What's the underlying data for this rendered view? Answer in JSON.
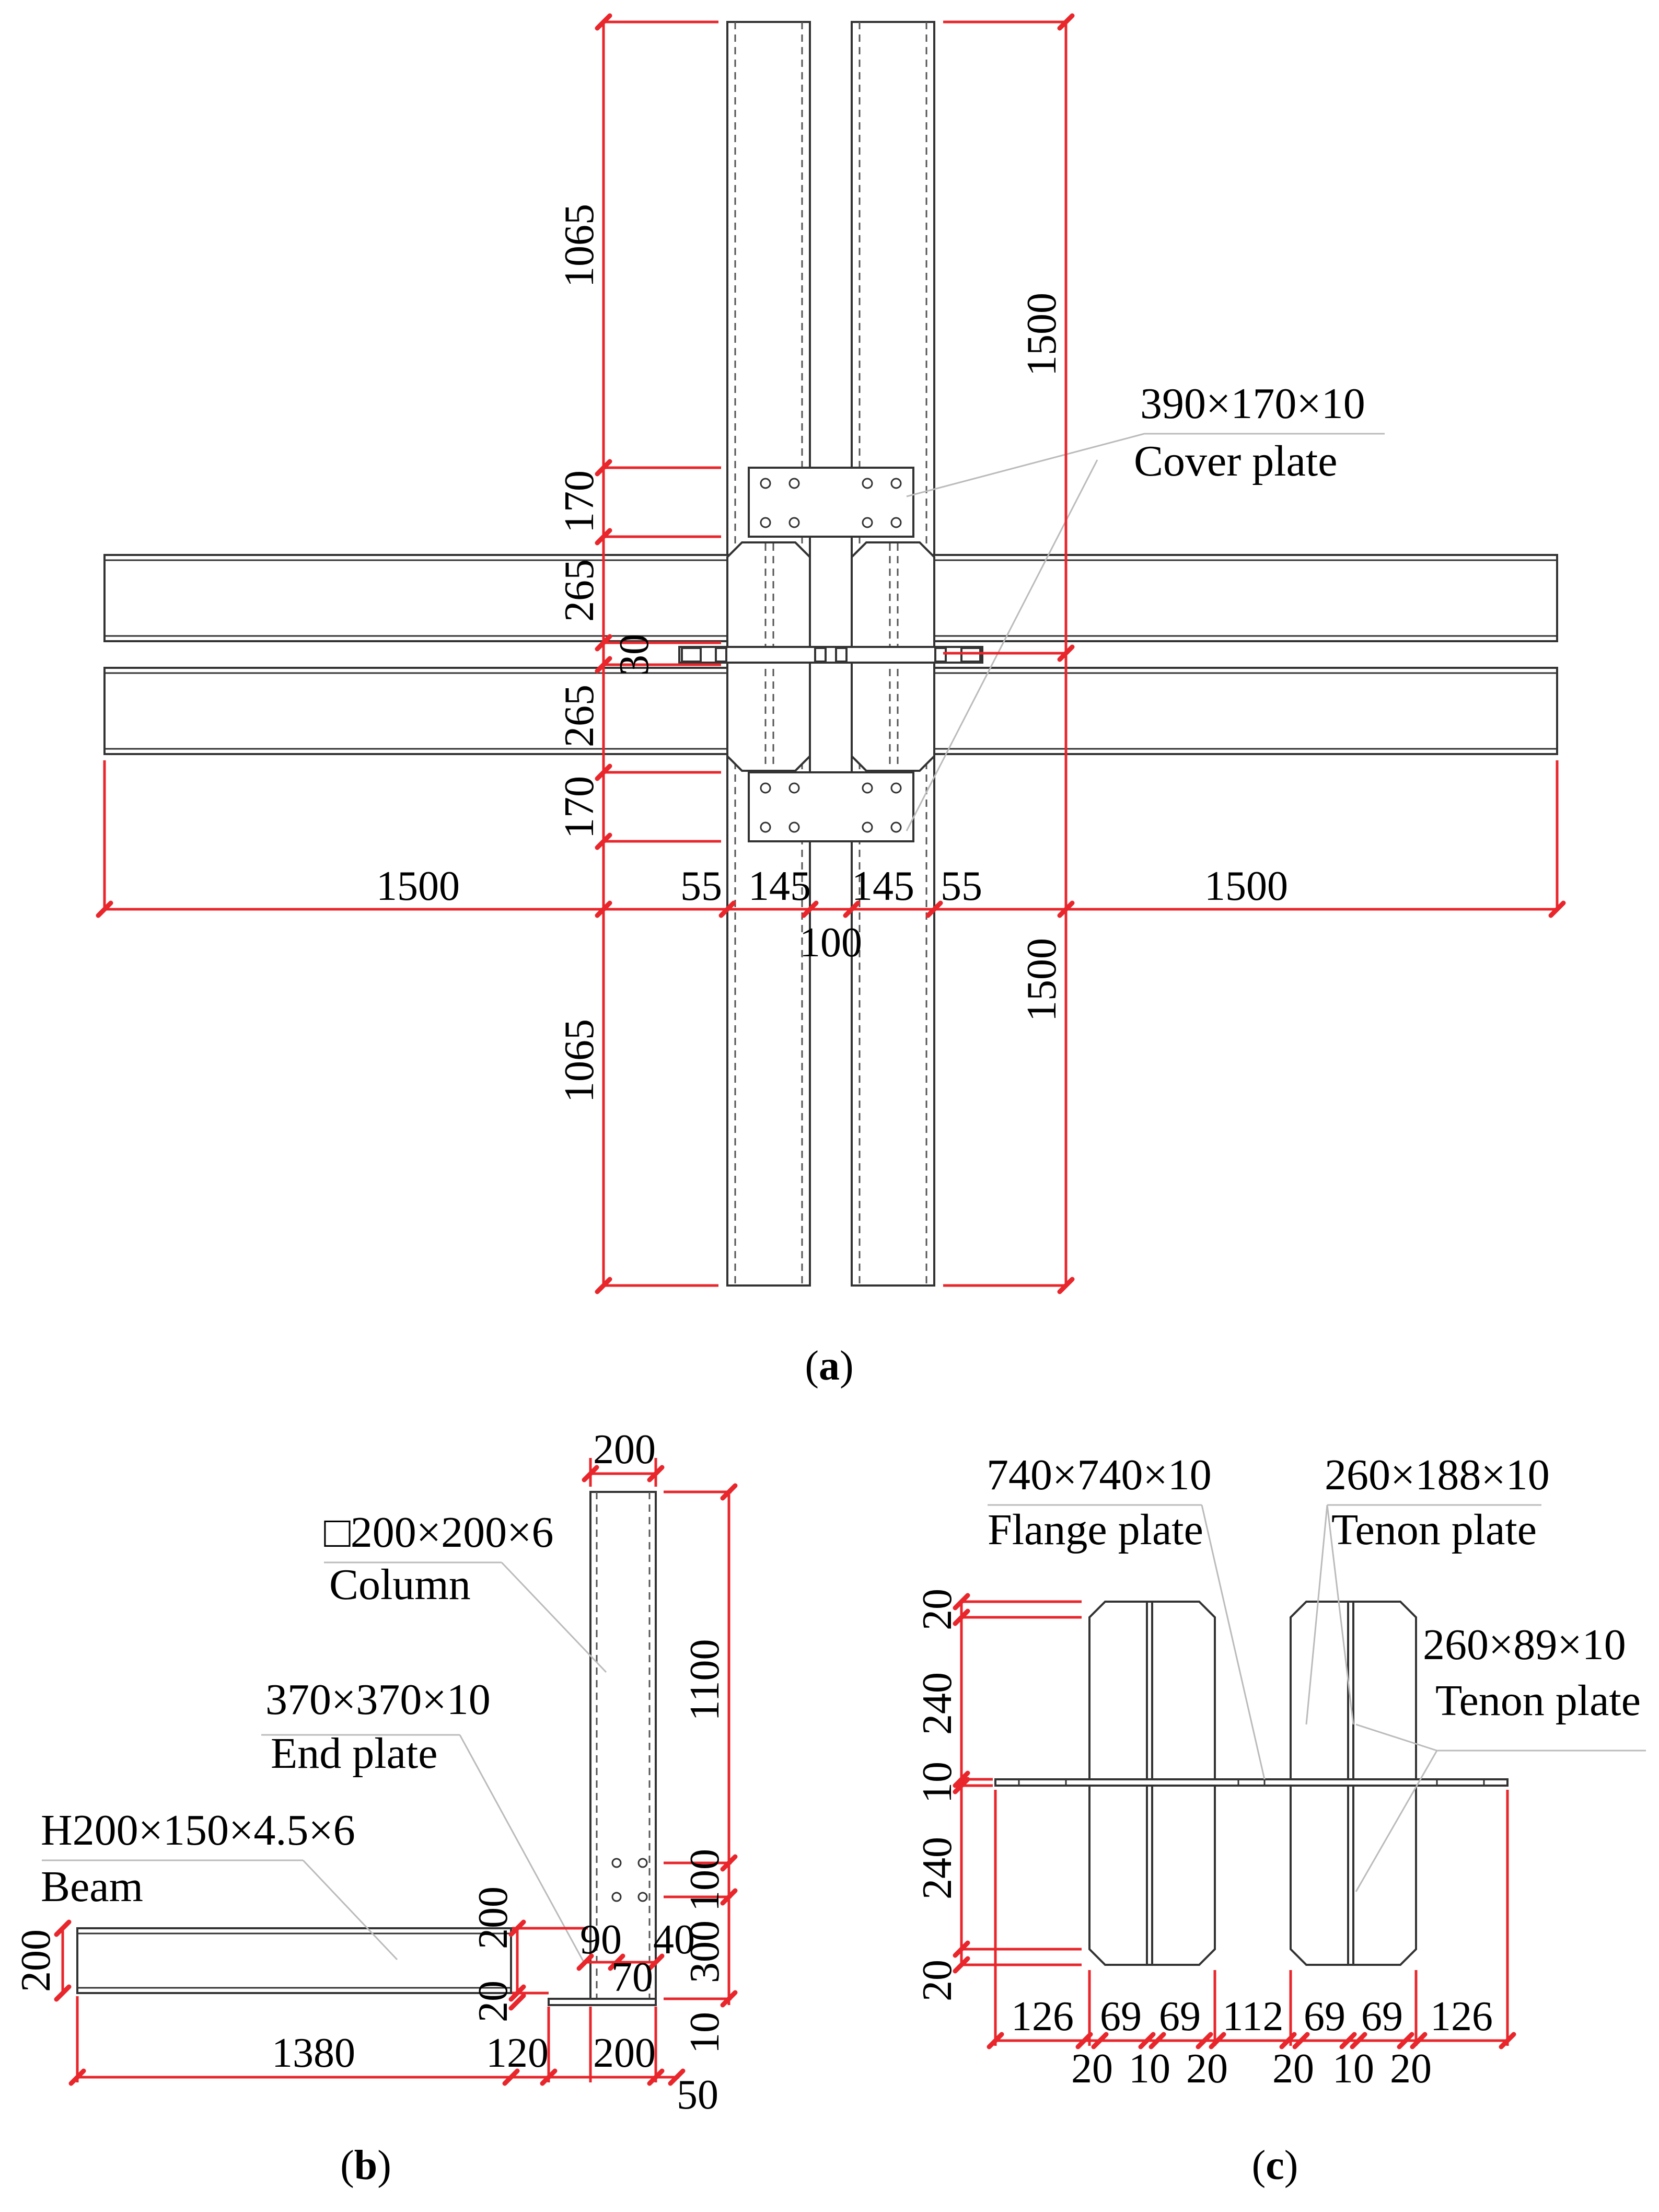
{
  "panel_a": {
    "caption_letter": "a",
    "label_cover_size": "390×170×10",
    "label_cover_name": "Cover plate",
    "dims": {
      "top_col": "1065",
      "cover_top": "170",
      "beam_top": "265",
      "gap": "30",
      "beam_bot": "265",
      "cover_bot": "170",
      "bot_col": "1065",
      "right_top": "1500",
      "right_bot": "1500",
      "left_beam": "1500",
      "right_beam": "1500",
      "offset_l": "55",
      "col_l": "145",
      "col_r": "145",
      "offset_r": "55",
      "col_gap": "100"
    }
  },
  "panel_b": {
    "caption_letter": "b",
    "label_column_size": "□200×200×6",
    "label_column_name": "Column",
    "label_end_size": "370×370×10",
    "label_end_name": "End plate",
    "label_beam_size": "H200×150×4.5×6",
    "label_beam_name": "Beam",
    "dims": {
      "col_width": "200",
      "col_height": "1100",
      "bolt_spacing": "100",
      "lower": "300",
      "plate_t": "10",
      "beam_h_left": "200",
      "beam_h_right": "200",
      "gap_20": "20",
      "d90": "90",
      "d40": "40",
      "d70": "70",
      "beam_len": "1380",
      "d120": "120",
      "d200": "200",
      "d50": "50"
    }
  },
  "panel_c": {
    "caption_letter": "c",
    "label_flange_size": "740×740×10",
    "label_flange_name": "Flange plate",
    "label_tenon1_size": "260×188×10",
    "label_tenon1_name": "Tenon plate",
    "label_tenon2_size": "260×89×10",
    "label_tenon2_name": "Tenon plate",
    "dims": {
      "v20_top": "20",
      "v240_top": "240",
      "v10": "10",
      "v240_bot": "240",
      "v20_bot": "20",
      "h126_l": "126",
      "h69_1": "69",
      "h69_2": "69",
      "h112": "112",
      "h69_3": "69",
      "h69_4": "69",
      "h126_r": "126",
      "b20_1": "20",
      "b10_1": "10",
      "b20_2": "20",
      "b20_3": "20",
      "b10_2": "10",
      "b20_4": "20"
    }
  }
}
